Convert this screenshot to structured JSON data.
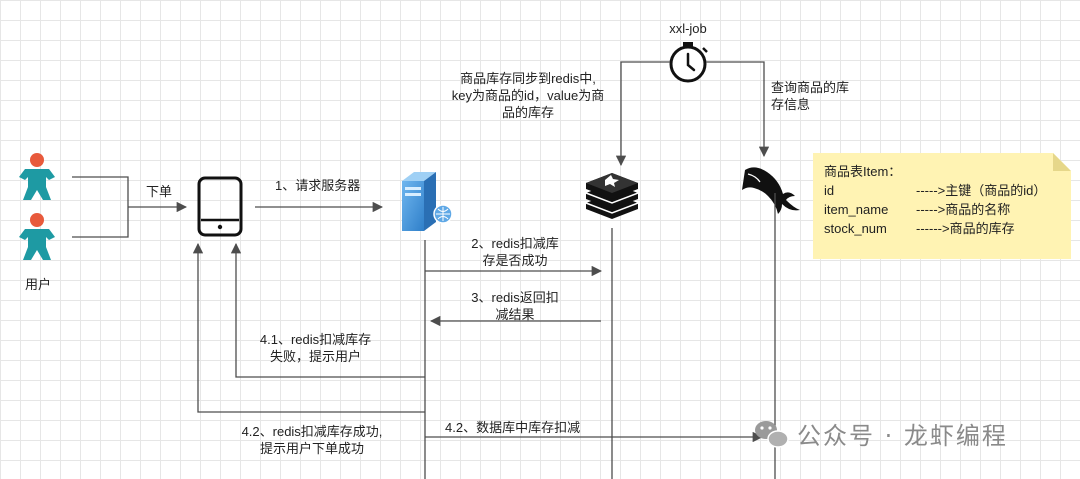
{
  "actors": {
    "user_label": "用户"
  },
  "scheduler": {
    "label": "xxl-job"
  },
  "edges": {
    "order": "下单",
    "request_server": "1、请求服务器",
    "sync_to_redis": [
      "商品库存同步到redis中,",
      "key为商品的id，value为商",
      "品的库存"
    ],
    "query_stock": [
      "查询商品的库",
      "存信息"
    ],
    "redis_deduct": [
      "2、redis扣减库",
      "存是否成功"
    ],
    "redis_return": [
      "3、redis返回扣",
      "减结果"
    ],
    "deduct_fail": [
      "4.1、redis扣减库存",
      "失败，提示用户"
    ],
    "deduct_success": [
      "4.2、redis扣减库存成功,",
      "提示用户下单成功"
    ],
    "db_deduct": "4.2、数据库中库存扣减"
  },
  "note": {
    "title": "商品表Item：",
    "fields": [
      {
        "name": "id",
        "desc": "----->主键（商品的id）"
      },
      {
        "name": "item_name",
        "desc": "----->商品的名称"
      },
      {
        "name": "stock_num",
        "desc": "------>商品的库存"
      }
    ]
  },
  "watermark": {
    "text": "公众号 · 龙虾编程"
  },
  "colors": {
    "line": "#4d4d4d",
    "user_body": "#1e9aa3",
    "user_head": "#e85a3c",
    "server": "#3a8fd6",
    "note_bg": "#fff3b3"
  }
}
